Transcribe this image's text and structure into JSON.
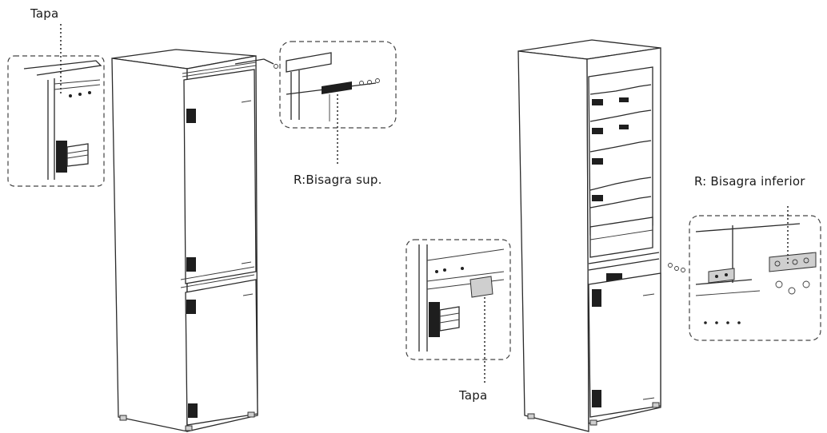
{
  "labels": {
    "tapa_top": "Tapa",
    "bisagra_sup": "R:Bisagra sup.",
    "bisagra_inferior": "R: Bisagra inferior",
    "tapa_bottom": "Tapa"
  }
}
